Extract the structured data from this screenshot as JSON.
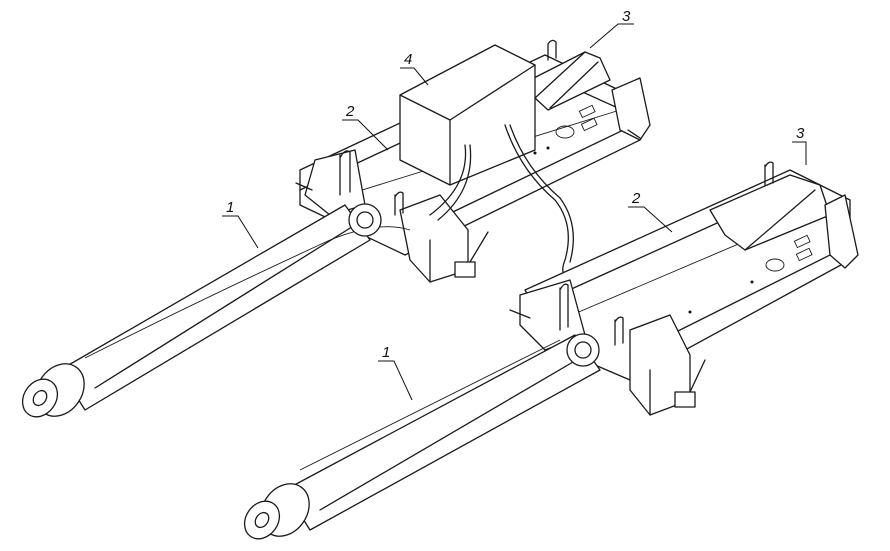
{
  "callouts": {
    "c1_left": "1",
    "c1_right": "1",
    "c2_left": "2",
    "c2_right": "2",
    "c3_left": "3",
    "c3_right": "3",
    "c4": "4"
  },
  "icons": {
    "cylinder": "hydraulic-cylinder",
    "frame": "support-frame",
    "box": "control-box"
  }
}
